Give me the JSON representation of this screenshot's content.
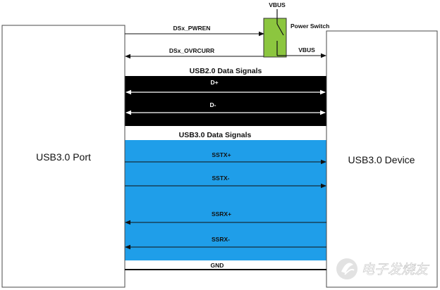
{
  "blocks": {
    "port": "USB3.0 Port",
    "device": "USB3.0 Device",
    "power_switch": "Power Switch"
  },
  "control_signals": {
    "pwren": "DSx_PWREN",
    "ovrcurr": "DSx_OVRCURR",
    "vbus_in": "VBUS",
    "vbus_out": "VBUS"
  },
  "usb2": {
    "title": "USB2.0 Data Signals",
    "dplus": "D+",
    "dminus": "D-"
  },
  "usb3": {
    "title": "USB3.0 Data Signals",
    "sstx_plus": "SSTX+",
    "sstx_minus": "SSTX-",
    "ssrx_plus": "SSRX+",
    "ssrx_minus": "SSRX-"
  },
  "gnd": "GND",
  "watermark": "电子发烧友",
  "colors": {
    "usb2_band": "#000000",
    "usb3_band": "#1f9ee9",
    "power_switch": "#8cc63f"
  }
}
